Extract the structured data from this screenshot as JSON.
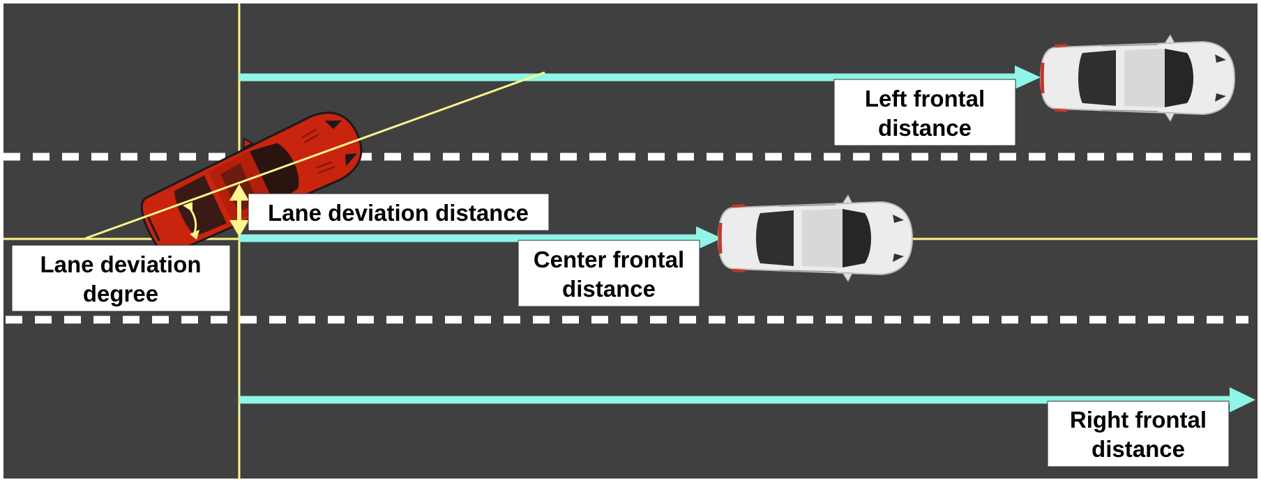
{
  "labels": {
    "left_frontal": [
      "Left frontal",
      "distance"
    ],
    "lane_deviation_distance": "Lane deviation distance",
    "center_frontal": [
      "Center frontal",
      "distance"
    ],
    "lane_deviation_degree": [
      "Lane deviation",
      "degree"
    ],
    "right_frontal": [
      "Right frontal",
      "distance"
    ]
  },
  "colors": {
    "road": "#404040",
    "lane_marking": "#ffffff",
    "reference_line": "#fdf68a",
    "distance_arrow": "#8ff5e6",
    "ego_car": "#c8240e",
    "other_car": "#ececec",
    "label_background": "#ffffff",
    "label_border": "#333333"
  },
  "icons": {
    "ego_vehicle": "red-car-icon",
    "front_vehicle_left_lane": "white-car-icon",
    "front_vehicle_center_lane": "white-car-icon"
  }
}
